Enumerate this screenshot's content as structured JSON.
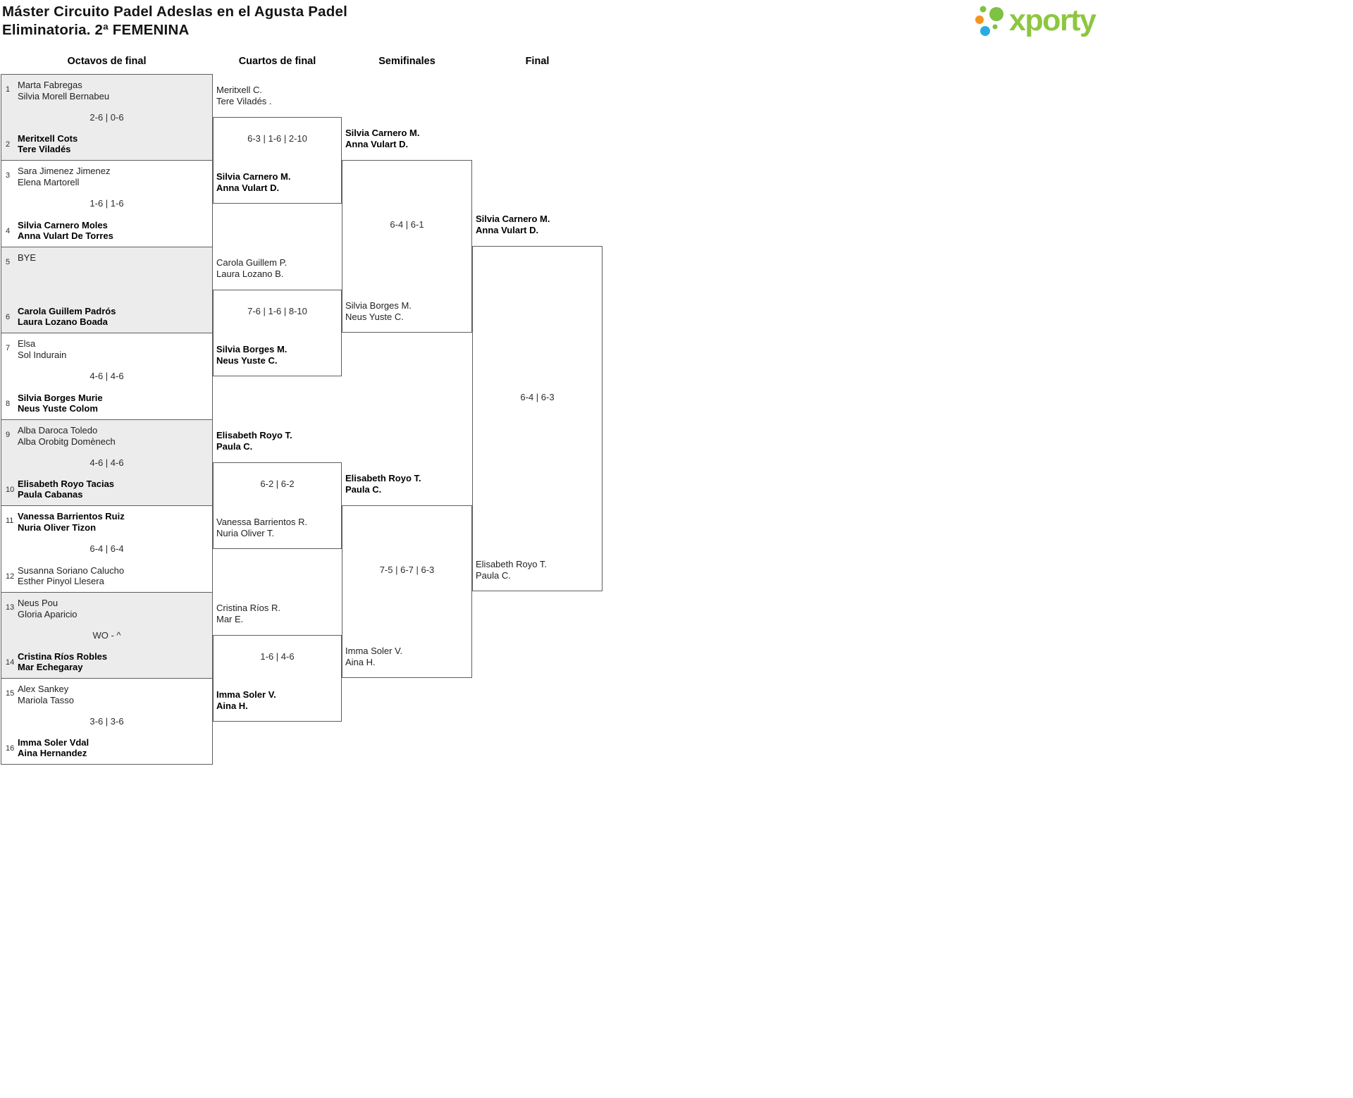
{
  "header": {
    "title_line1": "Máster Circuito Padel Adeslas en el Agusta Padel",
    "title_line2": "Eliminatoria. 2ª FEMENINA",
    "logo_text": "xporty",
    "logo_colors": {
      "green": "#7dc242",
      "orange": "#f7941e",
      "blue": "#29abe2",
      "text": "#8dc63f"
    }
  },
  "round_headers": [
    "Octavos de final",
    "Cuartos de final",
    "Semifinales",
    "Final"
  ],
  "bracket": {
    "r16": [
      {
        "seed1": "1",
        "team1": [
          "Marta Fabregas",
          "Silvia Morell Bernabeu"
        ],
        "score": "2-6 | 0-6",
        "seed2": "2",
        "team2": [
          "Meritxell Cots",
          "Tere Viladés"
        ],
        "winner": "team2"
      },
      {
        "seed1": "3",
        "team1": [
          "Sara Jimenez Jimenez",
          "Elena Martorell"
        ],
        "score": "1-6 | 1-6",
        "seed2": "4",
        "team2": [
          "Silvia Carnero Moles",
          "Anna Vulart De Torres"
        ],
        "winner": "team2"
      },
      {
        "seed1": "5",
        "team1": [
          "BYE"
        ],
        "score": "",
        "seed2": "6",
        "team2": [
          "Carola Guillem Padrós",
          "Laura Lozano Boada"
        ],
        "winner": "team2"
      },
      {
        "seed1": "7",
        "team1": [
          "Elsa",
          "Sol Indurain"
        ],
        "score": "4-6 | 4-6",
        "seed2": "8",
        "team2": [
          "Silvia Borges Murie",
          "Neus Yuste Colom"
        ],
        "winner": "team2"
      },
      {
        "seed1": "9",
        "team1": [
          "Alba Daroca Toledo",
          "Alba Orobitg Domènech"
        ],
        "score": "4-6 | 4-6",
        "seed2": "10",
        "team2": [
          "Elisabeth Royo Tacias",
          "Paula Cabanas"
        ],
        "winner": "team2"
      },
      {
        "seed1": "11",
        "team1": [
          "Vanessa Barrientos Ruiz",
          "Nuria Oliver Tizon"
        ],
        "score": "6-4 | 6-4",
        "seed2": "12",
        "team2": [
          "Susanna Soriano Calucho",
          "Esther Pinyol Llesera"
        ],
        "winner": "team1"
      },
      {
        "seed1": "13",
        "team1": [
          "Neus Pou",
          "Gloria Aparicio"
        ],
        "score": "WO - ^",
        "seed2": "14",
        "team2": [
          "Cristina Ríos Robles",
          "Mar Echegaray"
        ],
        "winner": "team2"
      },
      {
        "seed1": "15",
        "team1": [
          "Alex Sankey",
          "Mariola Tasso"
        ],
        "score": "3-6 | 3-6",
        "seed2": "16",
        "team2": [
          "Imma Soler Vdal",
          "Aina Hernandez"
        ],
        "winner": "team2"
      }
    ],
    "qf": [
      {
        "team1": [
          "Meritxell C.",
          "Tere Viladés ."
        ],
        "score": "6-3 | 1-6 | 2-10",
        "team2": [
          "Silvia Carnero M.",
          "Anna Vulart D."
        ],
        "winner": "team2"
      },
      {
        "team1": [
          "Carola Guillem P.",
          "Laura Lozano B."
        ],
        "score": "7-6 | 1-6 | 8-10",
        "team2": [
          "Silvia Borges M.",
          "Neus Yuste C."
        ],
        "winner": "team2"
      },
      {
        "team1": [
          "Elisabeth Royo T.",
          "Paula C."
        ],
        "score": "6-2 | 6-2",
        "team2": [
          "Vanessa Barrientos R.",
          "Nuria Oliver T."
        ],
        "winner": "team1"
      },
      {
        "team1": [
          "Cristina Ríos R.",
          "Mar E."
        ],
        "score": "1-6 | 4-6",
        "team2": [
          "Imma Soler V.",
          "Aina H."
        ],
        "winner": "team2"
      }
    ],
    "sf": [
      {
        "team1": [
          "Silvia Carnero M.",
          "Anna Vulart D."
        ],
        "score": "6-4 | 6-1",
        "team2": [
          "Silvia Borges M.",
          "Neus Yuste C."
        ],
        "winner": "team1"
      },
      {
        "team1": [
          "Elisabeth Royo T.",
          "Paula C."
        ],
        "score": "7-5 | 6-7 | 6-3",
        "team2": [
          "Imma Soler V.",
          "Aina H."
        ],
        "winner": "team1"
      }
    ],
    "final": [
      {
        "team1": [
          "Silvia Carnero M.",
          "Anna Vulart D."
        ],
        "score": "6-4 | 6-3",
        "team2": [
          "Elisabeth Royo T.",
          "Paula C."
        ],
        "winner": "team1"
      }
    ]
  }
}
